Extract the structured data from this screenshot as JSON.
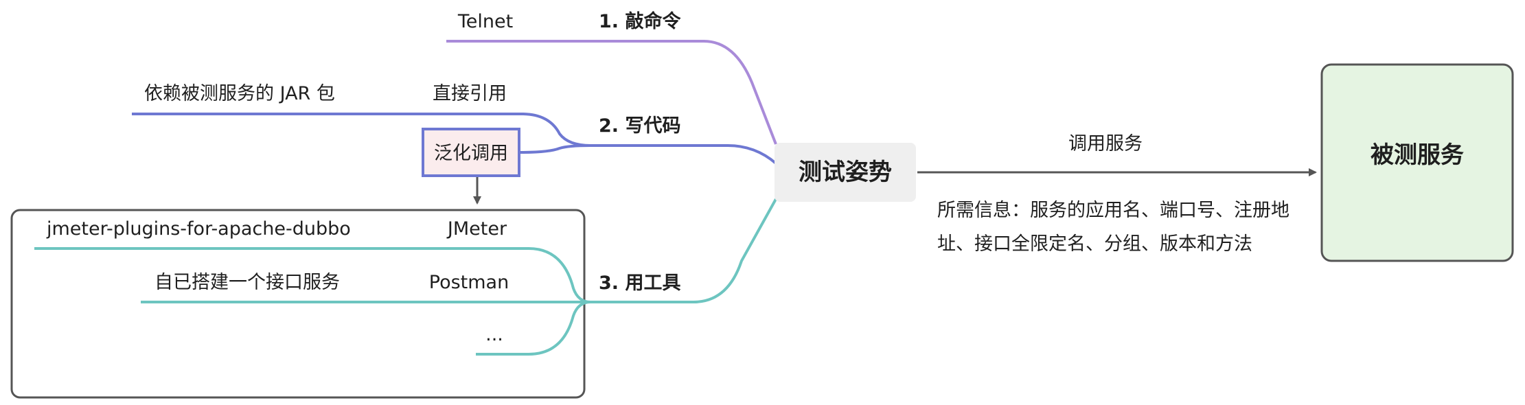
{
  "root": {
    "label": "测试姿势"
  },
  "target": {
    "label": "被测服务"
  },
  "arrow": {
    "label": "调用服务",
    "note_lines": [
      "所需信息：服务的应用名、端口号、注册地",
      "址、接口全限定名、分组、版本和方法"
    ]
  },
  "branches": {
    "telnet": {
      "label": "1. 敲命令",
      "leaf": "Telnet"
    },
    "code": {
      "label": "2. 写代码",
      "direct": "直接引用",
      "direct_note": "依赖被测服务的 JAR 包",
      "generic": "泛化调用"
    },
    "tools": {
      "label": "3. 用工具",
      "jmeter": "JMeter",
      "jmeter_note": "jmeter-plugins-for-apache-dubbo",
      "postman": "Postman",
      "postman_note": "自已搭建一个接口服务",
      "more": "..."
    }
  },
  "colors": {
    "telnet_branch": "#a98bd9",
    "code_branch": "#6e78d2",
    "tools_branch": "#6dc5c0",
    "generic_box_fill": "#fbeced",
    "target_fill": "#e5f4e2",
    "root_fill": "#efefef",
    "frame": "#555555"
  }
}
